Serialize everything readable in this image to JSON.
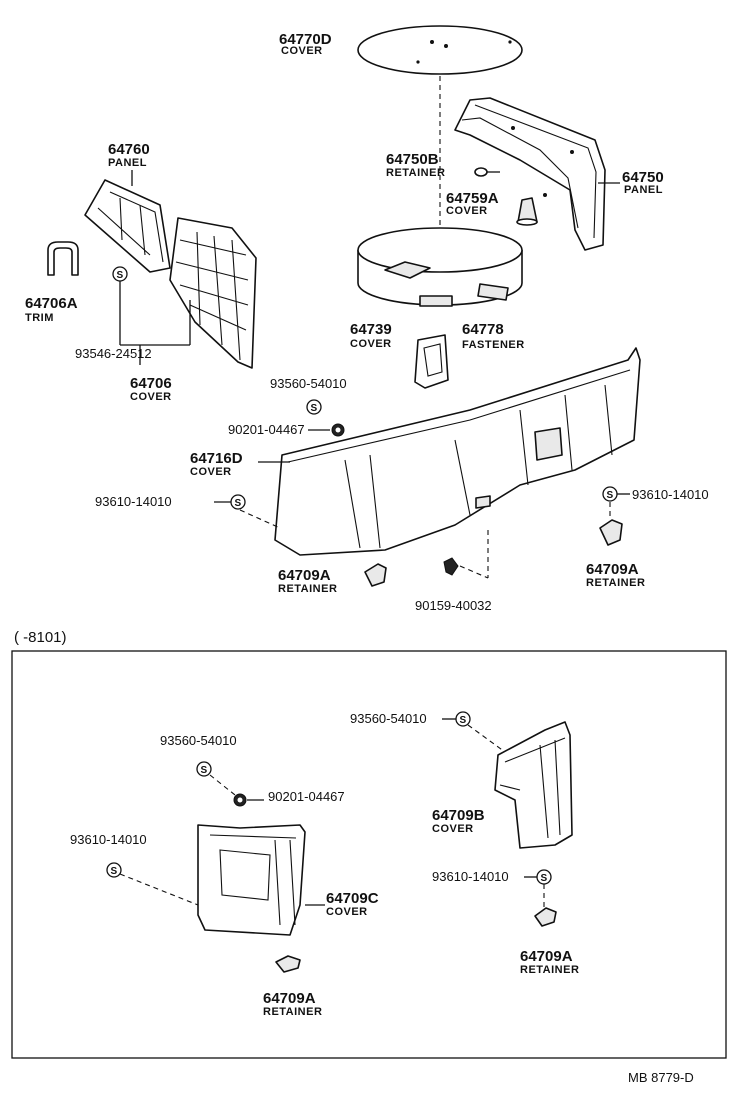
{
  "parts": {
    "p64770D": {
      "number": "64770D",
      "name": "COVER"
    },
    "p64760": {
      "number": "64760",
      "name": "PANEL"
    },
    "p64750B": {
      "number": "64750B",
      "name": "RETAINER"
    },
    "p64750": {
      "number": "64750",
      "name": "PANEL"
    },
    "p64759A": {
      "number": "64759A",
      "name": "COVER"
    },
    "p64706A": {
      "number": "64706A",
      "name": "TRIM"
    },
    "p64706": {
      "number": "64706",
      "name": "COVER"
    },
    "p64739": {
      "number": "64739",
      "name": "COVER"
    },
    "p64778": {
      "number": "64778",
      "name": "FASTENER"
    },
    "p64716D": {
      "number": "64716D",
      "name": "COVER"
    },
    "p64709A_main_left": {
      "number": "64709A",
      "name": "RETAINER"
    },
    "p64709A_main_right": {
      "number": "64709A",
      "name": "RETAINER"
    },
    "p64709C": {
      "number": "64709C",
      "name": "COVER"
    },
    "p64709B": {
      "number": "64709B",
      "name": "COVER"
    },
    "p64709A_inset_left": {
      "number": "64709A",
      "name": "RETAINER"
    },
    "p64709A_inset_right": {
      "number": "64709A",
      "name": "RETAINER"
    }
  },
  "fasteners": {
    "f93546": "93546-24512",
    "f93560_main": "93560-54010",
    "f90201_main": "90201-04467",
    "f93610_main_left": "93610-14010",
    "f93610_main_right": "93610-14010",
    "f90159": "90159-40032",
    "f93560_inset_left": "93560-54010",
    "f90201_inset": "90201-04467",
    "f93610_inset_left": "93610-14010",
    "f93560_inset_right": "93560-54010",
    "f93610_inset_right": "93610-14010"
  },
  "symbol_letter": "S",
  "inset_range_label": "(       -8101)",
  "footer_code": "MB  8779-D"
}
